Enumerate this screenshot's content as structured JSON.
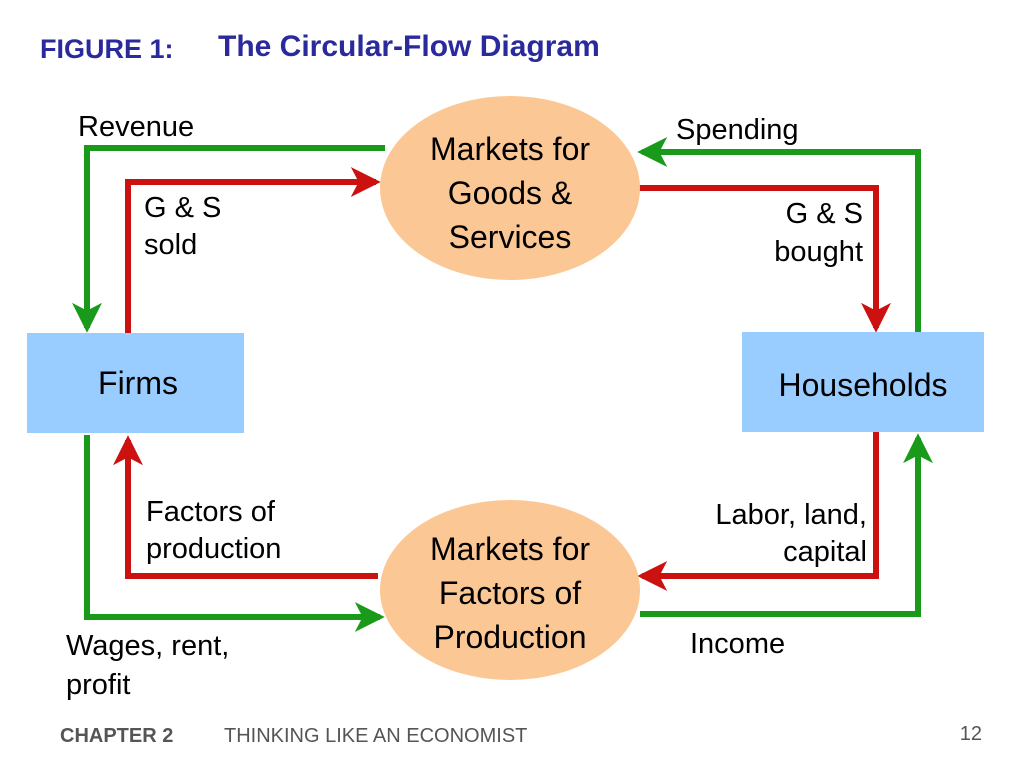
{
  "title": {
    "figure_label": "FIGURE 1:",
    "text": "The Circular-Flow Diagram"
  },
  "nodes": {
    "goods_market": [
      "Markets for",
      "Goods &",
      "Services"
    ],
    "factors_market": [
      "Markets for",
      "Factors of",
      "Production"
    ],
    "firms": "Firms",
    "households": "Households"
  },
  "flows": {
    "revenue": "Revenue",
    "spending": "Spending",
    "gs_sold": [
      "G & S",
      "sold"
    ],
    "gs_bought": [
      "G & S",
      "bought"
    ],
    "factors_of_production": [
      "Factors of",
      "production"
    ],
    "labor_land_capital": [
      "Labor, land,",
      "capital"
    ],
    "wages_rent_profit": [
      "Wages, rent,",
      "profit"
    ],
    "income": "Income"
  },
  "colors": {
    "title": "#2a2a9c",
    "money_flow": "#1a9a1a",
    "goods_flow": "#cc1111",
    "market_fill": "#fbc895",
    "agent_fill": "#99ccff",
    "footer": "#555555"
  },
  "footer": {
    "chapter": "CHAPTER 2",
    "topic": "THINKING LIKE AN ECONOMIST",
    "page": "12"
  }
}
